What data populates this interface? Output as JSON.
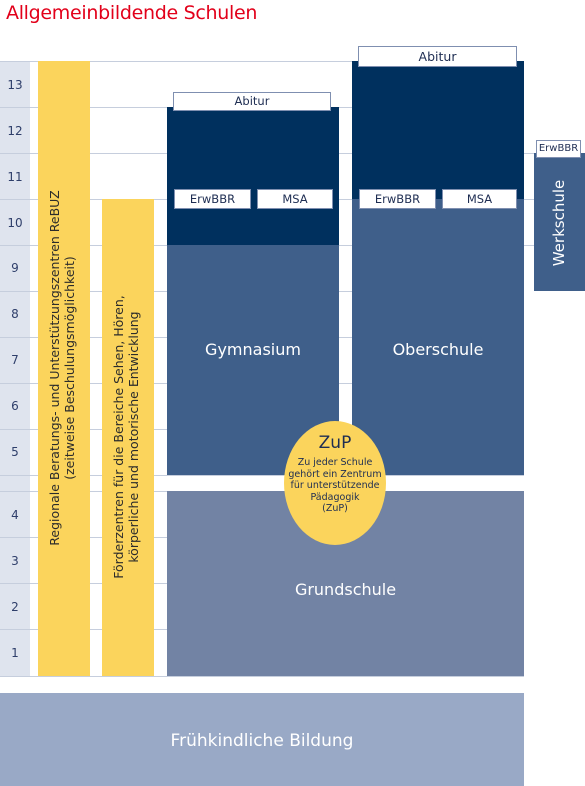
{
  "title": "Allgemeinbildende Schulen",
  "grades": [
    "13",
    "12",
    "11",
    "10",
    "9",
    "8",
    "7",
    "6",
    "5",
    "4",
    "3",
    "2",
    "1"
  ],
  "left_columns": {
    "rebuz": [
      "Regionale Beratungs- und Unterstützungszentren ReBUZ",
      "(zeitweise Beschulungsmöglichkeit)"
    ],
    "foerder": [
      "Förderzentren für die Bereiche Sehen, Hören,",
      "körperliche und motorische Entwicklung"
    ]
  },
  "gymnasium": {
    "label": "Gymnasium",
    "abitur": "Abitur",
    "erwbbr": "ErwBBR",
    "msa": "MSA"
  },
  "oberschule": {
    "label": "Oberschule",
    "abitur": "Abitur",
    "erwbbr": "ErwBBR",
    "msa": "MSA"
  },
  "werkschule": {
    "label": "Werkschule",
    "erwbbr": "ErwBBR"
  },
  "zup": {
    "title": "ZuP",
    "lines": [
      "Zu jeder Schule",
      "gehört ein Zentrum",
      "für unterstützende",
      "Pädagogik",
      "(ZuP)"
    ]
  },
  "grundschule": {
    "label": "Grundschule"
  },
  "fruehkindlich": {
    "label": "Frühkindliche Bildung"
  },
  "colors": {
    "title_red": "#e2001a",
    "navy": "#00305e",
    "mid_blue": "#3f5f8a",
    "light_blue": "#7283a4",
    "pale_blue": "#99a9c6",
    "yellow": "#fbd45c"
  }
}
